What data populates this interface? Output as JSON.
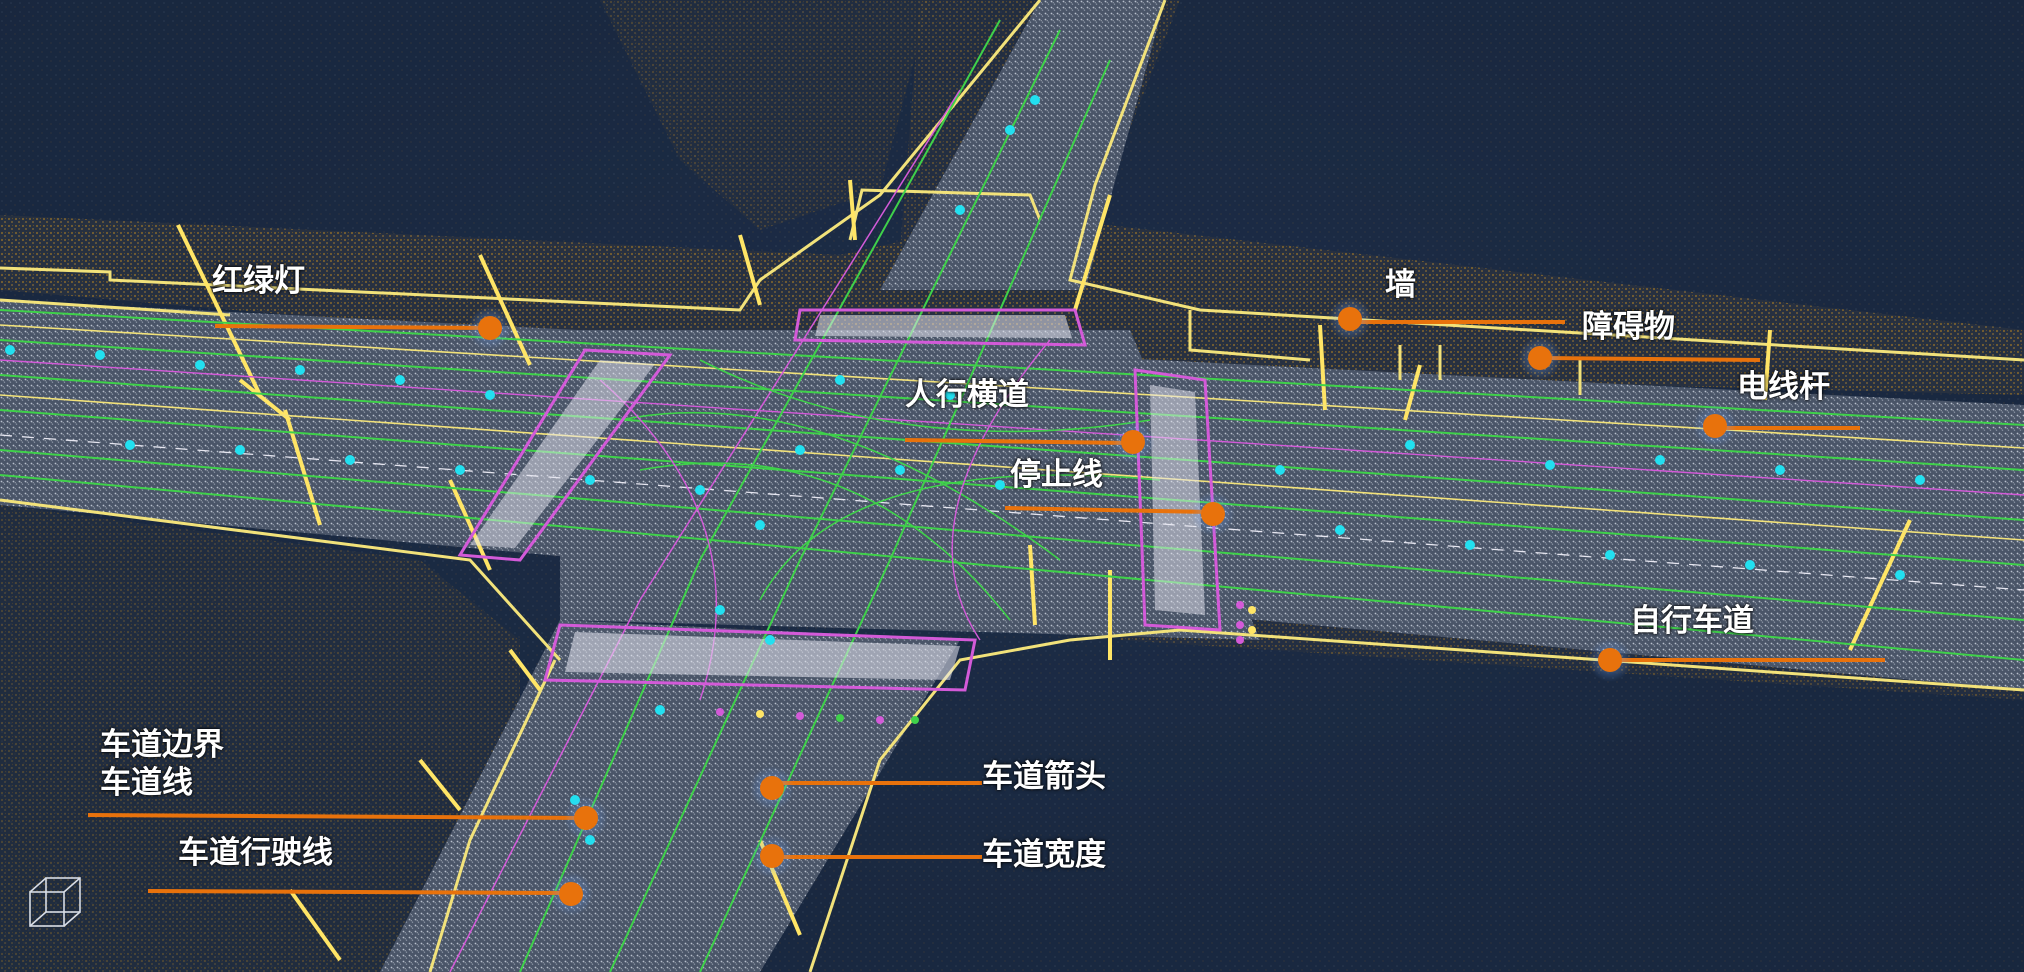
{
  "colors": {
    "background": "#18273f",
    "accent_orange": "#e8720c",
    "road_edge_yellow": "#f2e27a",
    "lane_green": "#3fd14a",
    "crosswalk_white": "#e6e6f0",
    "boundary_magenta": "#d35ad8",
    "marker_cyan": "#22e0f0",
    "vegetation_brown": "#8a6a2c",
    "pointcloud_grey": "#9aa3b2"
  },
  "annotations": {
    "traffic_light": "红绿灯",
    "wall": "墙",
    "obstacle": "障碍物",
    "utility_pole": "电线杆",
    "crosswalk": "人行横道",
    "stop_line": "停止线",
    "bike_lane": "自行车道",
    "lane_boundary_1": "车道边界",
    "lane_boundary_2": "车道线",
    "lane_arrow": "车道箭头",
    "lane_driving_line": "车道行驶线",
    "lane_width": "车道宽度"
  },
  "icons": {
    "view_cube": "view-cube-icon"
  }
}
